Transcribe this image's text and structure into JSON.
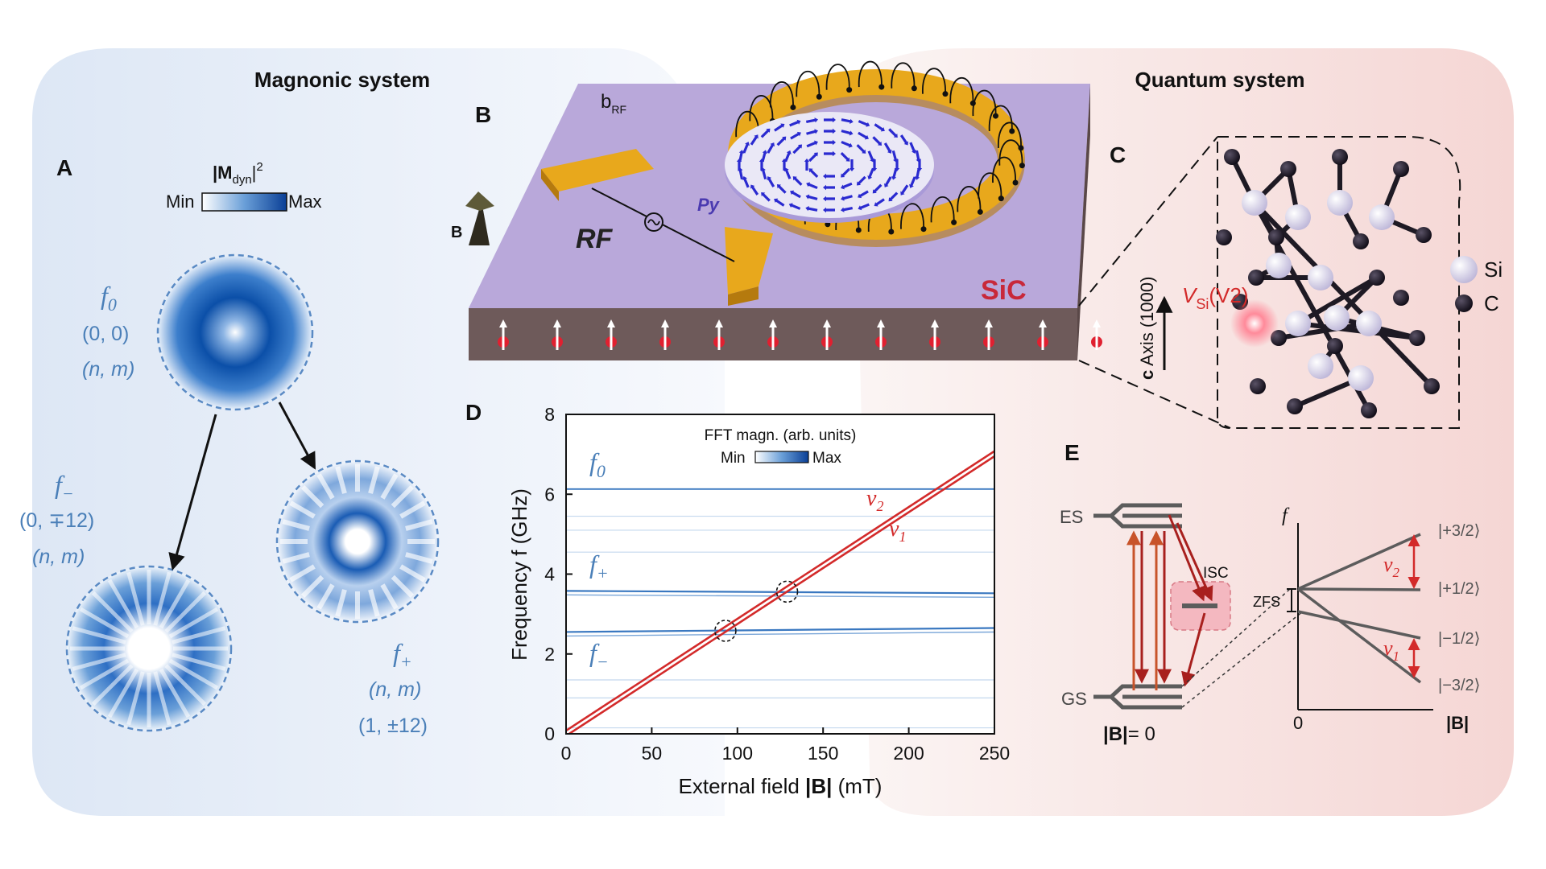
{
  "headers": {
    "left": "Magnonic system",
    "right": "Quantum system"
  },
  "panel_letters": {
    "a": "A",
    "b": "B",
    "c": "C",
    "d": "D",
    "e": "E"
  },
  "panel_a": {
    "colorbar_title_main": "|M",
    "colorbar_title_sub": "dyn",
    "colorbar_title_sup": "2",
    "colorbar_min": "Min",
    "colorbar_max": "Max",
    "modes": [
      {
        "name_main": "f",
        "name_sub": "0",
        "line1": "(0, 0)",
        "line2": "(n, m)"
      },
      {
        "name_main": "f",
        "name_sub": "−",
        "line1": "(0, ∓12)",
        "line2": "(n, m)"
      },
      {
        "name_main": "f",
        "name_sub": "+",
        "line1": "(n, m)",
        "line2": "(1, ±12)"
      }
    ],
    "colors": {
      "mode": "#0b4fa8",
      "label": "#4a7fb8",
      "dash": "#5a8ac4"
    }
  },
  "panel_b": {
    "b_rf_main": "b",
    "b_rf_sub": "RF",
    "rf_label": "RF",
    "py_label": "Py",
    "sic_label": "SiC",
    "b_label": "B",
    "colors": {
      "substrate_top": "#b9a8da",
      "substrate_side": "#6e5a5a",
      "stripline": "#e8a81c",
      "sic": "#c8283a",
      "disk": "#d8d4f0"
    }
  },
  "panel_c": {
    "axis_label_bold": "c",
    "axis_label_rest": " Axis (1000)",
    "defect_main": "V",
    "defect_sub": "Si",
    "defect_rest": "(V2)",
    "legend": [
      {
        "label": "Si",
        "color": "#d4d2e4"
      },
      {
        "label": "C",
        "color": "#1e1a24"
      }
    ]
  },
  "panel_d": {
    "legend_title": "FFT magn. (arb. units)",
    "legend_min": "Min",
    "legend_max": "Max",
    "mode_labels": [
      {
        "main": "f",
        "sub": "0"
      },
      {
        "main": "f",
        "sub": "+"
      },
      {
        "main": "f",
        "sub": "−"
      }
    ],
    "line_labels": [
      {
        "main": "ν",
        "sub": "2"
      },
      {
        "main": "ν",
        "sub": "1"
      }
    ],
    "xlabel_main": "External field ",
    "xlabel_bold": "|B|",
    "xlabel_unit": " (mT)",
    "ylabel": "Frequency f (GHz)",
    "colors": {
      "mode": "#3a78c0",
      "nv": "#d32a2a"
    }
  },
  "panel_e": {
    "es": "ES",
    "gs": "GS",
    "isc": "ISC",
    "zfs": "ZFS",
    "b_zero_bold": "|B|",
    "b_zero_rest": "= 0",
    "f_axis": "f",
    "zero_tick": "0",
    "b_axis": "|B|",
    "states": [
      "|+3/2⟩",
      "|+1/2⟩",
      "|−1/2⟩",
      "|−3/2⟩"
    ],
    "nu2": {
      "main": "ν",
      "sub": "2"
    },
    "nu1": {
      "main": "ν",
      "sub": "1"
    },
    "colors": {
      "gray": "#5c5c5c",
      "arrow_up": "#c8542a",
      "arrow_down": "#a8201e",
      "isc_box": "#f4b8c0"
    }
  },
  "chart_data": {
    "type": "line",
    "xlabel": "External field |B| (mT)",
    "ylabel": "Frequency f (GHz)",
    "xlim": [
      0,
      250
    ],
    "ylim": [
      0,
      8
    ],
    "xticks": [
      0,
      50,
      100,
      150,
      200,
      250
    ],
    "yticks": [
      0,
      2,
      4,
      6,
      8
    ],
    "grid": false,
    "legend_position": "top-center",
    "series": [
      {
        "name": "f0",
        "x": [
          0,
          250
        ],
        "y": [
          6.13,
          6.13
        ]
      },
      {
        "name": "f+",
        "x": [
          0,
          250
        ],
        "y": [
          3.58,
          3.52
        ]
      },
      {
        "name": "f−",
        "x": [
          0,
          250
        ],
        "y": [
          2.55,
          2.65
        ]
      },
      {
        "name": "ν2",
        "x": [
          0,
          250
        ],
        "y": [
          0.08,
          7.08
        ]
      },
      {
        "name": "ν1",
        "x": [
          0,
          250
        ],
        "y": [
          -0.05,
          6.95
        ]
      }
    ],
    "crossings": [
      {
        "x": 93,
        "y": 2.58
      },
      {
        "x": 129,
        "y": 3.56
      }
    ]
  }
}
